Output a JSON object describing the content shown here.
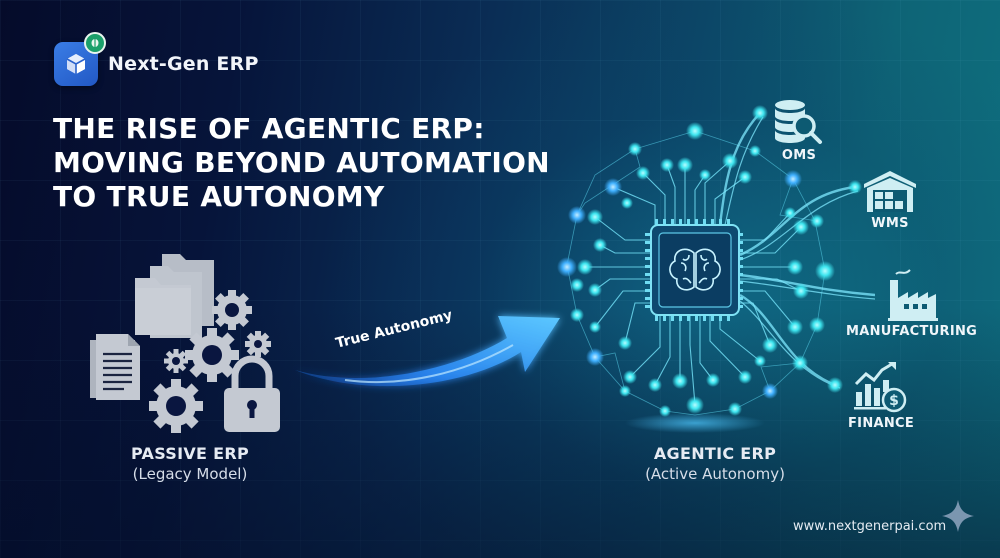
{
  "brand": {
    "name": "Next-Gen ERP",
    "logo_icon": "cube-icon",
    "badge_icon": "pause-badge-icon"
  },
  "title": {
    "lines": [
      "THE RISE OF AGENTIC ERP:",
      "MOVING BEYOND AUTOMATION",
      "TO TRUE AUTONOMY"
    ]
  },
  "passive": {
    "label": "PASSIVE ERP",
    "sublabel": "(Legacy Model)",
    "icons": [
      "folders-icon",
      "document-icon",
      "gears-icon",
      "padlock-icon"
    ]
  },
  "transition": {
    "label": "True Autonomy",
    "icon": "curved-arrow-icon"
  },
  "agentic": {
    "label": "AGENTIC ERP",
    "sublabel": "(Active Autonomy)",
    "icon": "ai-brain-chip-icon"
  },
  "modules": [
    {
      "label": "OMS",
      "icon": "database-search-icon"
    },
    {
      "label": "WMS",
      "icon": "warehouse-icon"
    },
    {
      "label": "MANUFACTURING",
      "icon": "factory-icon"
    },
    {
      "label": "FINANCE",
      "icon": "finance-chart-icon"
    }
  ],
  "footer": {
    "url": "www.nextgenerpai.com"
  },
  "colors": {
    "background_dark": "#050b2a",
    "background_teal": "#0f7180",
    "glow_cyan": "#3ee6f0",
    "glow_blue": "#3fb0ff",
    "icon_gray": "#c4c9d2",
    "icon_light_teal": "#cfeef3",
    "brand_blue": "#2f6fd8",
    "badge_green": "#1aa06a"
  }
}
